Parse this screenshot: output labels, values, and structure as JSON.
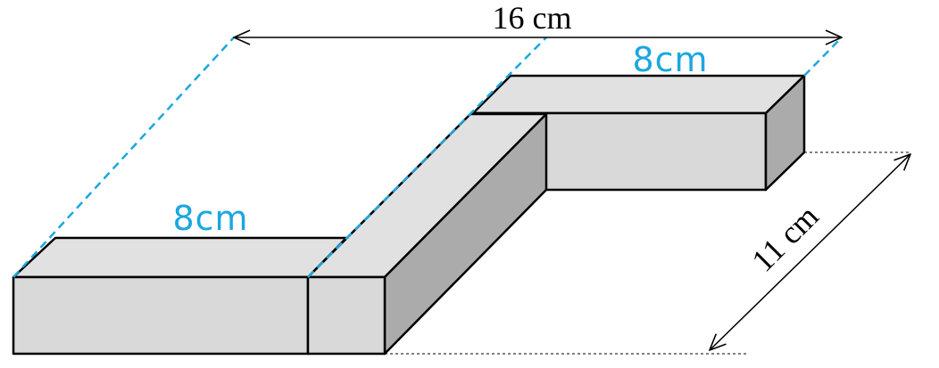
{
  "colors": {
    "top_face": "#e1e1e1",
    "front_face": "#d9d9d9",
    "side_face": "#ababab",
    "outline": "#000000",
    "guide_dashed": "#1aa7e0",
    "handwriting": "#1aa7e0"
  },
  "labels": {
    "total_width": "16 cm",
    "top_segment_length": "8cm",
    "left_segment_length": "8cm",
    "depth": "11 cm"
  }
}
